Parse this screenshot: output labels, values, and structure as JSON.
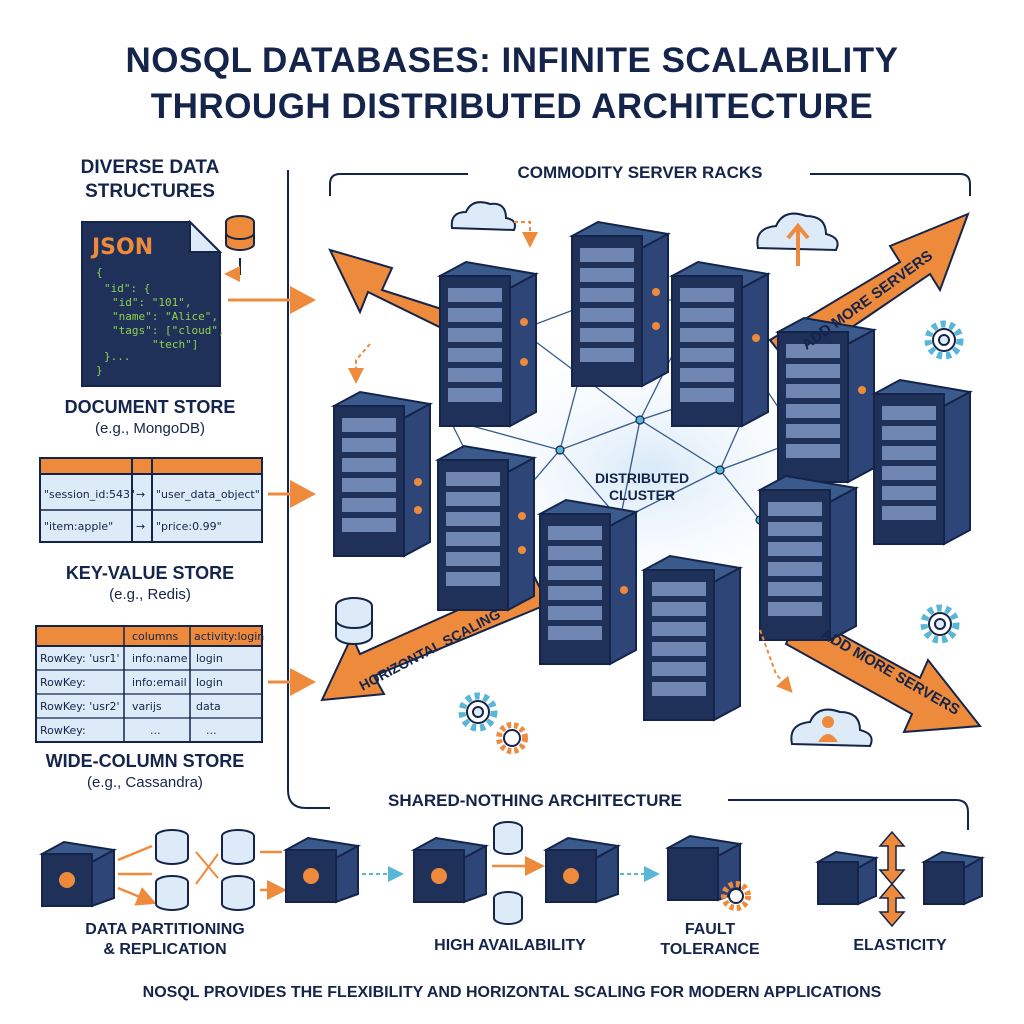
{
  "title": {
    "line1": "NOSQL DATABASES: INFINITE SCALABILITY",
    "line2": "THROUGH DISTRIBUTED ARCHITECTURE"
  },
  "left_panel": {
    "heading_line1": "DIVERSE DATA",
    "heading_line2": "STRUCTURES",
    "document_store": {
      "badge": "JSON",
      "code": [
        "{",
        "\"id\": {",
        "\"id\": \"101\",",
        "\"name\": \"Alice\",",
        "\"tags\": [\"cloud\",",
        "\"tech\"]",
        "}...",
        "}"
      ],
      "label": "DOCUMENT STORE",
      "example": "(e.g., MongoDB)"
    },
    "key_value_store": {
      "rows": [
        {
          "key": "\"session_id:543\"",
          "arrow": "→",
          "value": "\"user_data_object\""
        },
        {
          "key": "\"item:apple\"",
          "arrow": "→",
          "value": "\"price:0.99\""
        }
      ],
      "label": "KEY-VALUE STORE",
      "example": "(e.g., Redis)"
    },
    "wide_column_store": {
      "header": [
        "",
        "columns",
        "activity:login"
      ],
      "rows": [
        [
          "RowKey: 'usr1'",
          "info:name",
          "login"
        ],
        [
          "RowKey:",
          "info:email",
          "login"
        ],
        [
          "RowKey: 'usr2'",
          "varijs",
          "data"
        ],
        [
          "RowKey:",
          "...",
          "..."
        ]
      ],
      "label": "WIDE-COLUMN STORE",
      "example": "(e.g., Cassandra)"
    }
  },
  "cluster": {
    "racks_label": "COMMODITY SERVER RACKS",
    "center_label_line1": "DISTRIBUTED",
    "center_label_line2": "CLUSTER",
    "arrow_top_right": "ADD MORE SERVERS",
    "arrow_bottom_right": "ADD MORE SERVERS",
    "arrow_bottom_left": "HORIZONTAL SCALING"
  },
  "architecture": {
    "label": "SHARED-NOTHING ARCHITECTURE",
    "features": [
      {
        "line1": "DATA PARTITIONING",
        "line2": "& REPLICATION"
      },
      {
        "line1": "HIGH AVAILABILITY",
        "line2": ""
      },
      {
        "line1": "FAULT",
        "line2": "TOLERANCE"
      },
      {
        "line1": "ELASTICITY",
        "line2": ""
      }
    ]
  },
  "footer": "NOSQL PROVIDES THE FLEXIBILITY AND HORIZONTAL SCALING FOR MODERN APPLICATIONS",
  "colors": {
    "navy": "#1f3158",
    "navy_dark": "#14244a",
    "orange": "#ee8a3c",
    "light_blue": "#dcebf7",
    "teal": "#58b7d6",
    "green_code": "#8fd14f"
  }
}
